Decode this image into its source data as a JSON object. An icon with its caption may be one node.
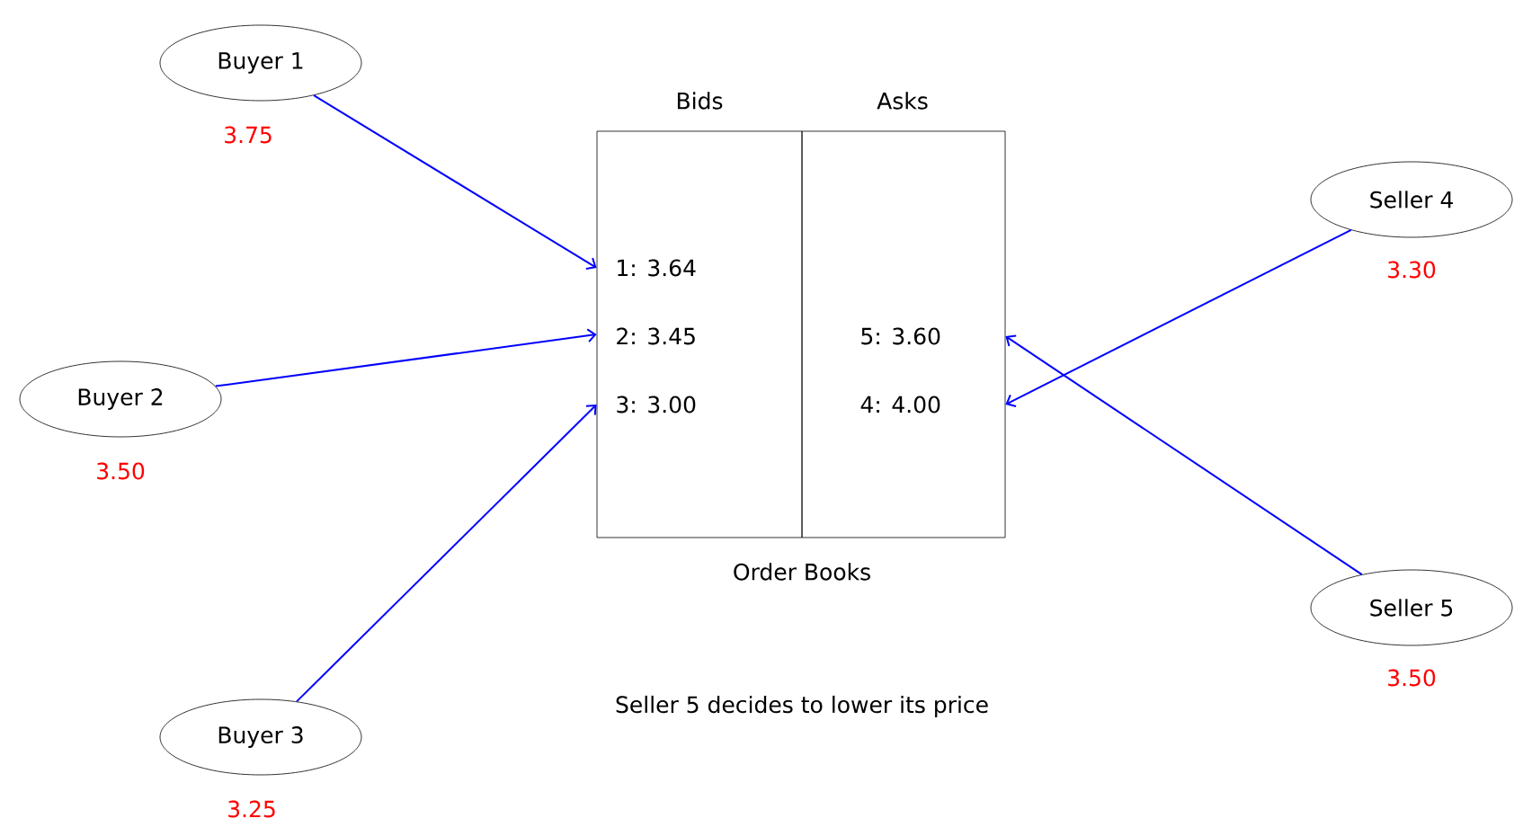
{
  "diagram": {
    "caption": "Seller 5 decides to lower its price",
    "nodes": [
      {
        "text": [
          "Buyer 1"
        ],
        "beside": [
          "3.75"
        ]
      },
      {
        "text": [
          "Buyer 2"
        ],
        "beside": [
          "3.50"
        ]
      },
      {
        "text": [
          "Buyer 3"
        ],
        "beside": [
          "3.25"
        ]
      },
      {
        "text": [
          "Seller 4"
        ],
        "beside": [
          "3.30"
        ]
      },
      {
        "text": [
          "Seller 5"
        ],
        "beside": [
          "3.50"
        ]
      },
      {
        "text": [
          "Bids",
          "1: 3.64",
          "2: 3.45",
          "3: 3.00"
        ]
      },
      {
        "text": [
          "Asks",
          "5: 3.60",
          "4: 4.00"
        ]
      }
    ],
    "edges": [
      {
        "from": 0,
        "to": 5,
        "arrow": "to"
      },
      {
        "from": 1,
        "to": 5,
        "arrow": "to"
      },
      {
        "from": 2,
        "to": 5,
        "arrow": "to"
      },
      {
        "from": 3,
        "to": 6,
        "arrow": "to"
      },
      {
        "from": 4,
        "to": 6,
        "arrow": "to"
      }
    ],
    "labels": [
      "Order Books"
    ]
  }
}
